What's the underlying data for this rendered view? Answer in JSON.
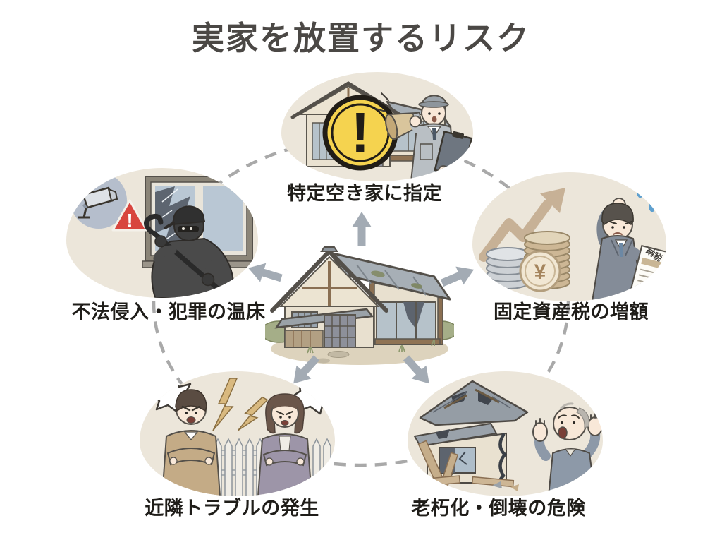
{
  "title": "実家を放置するリスク",
  "risks": {
    "designation": {
      "label": "特定空き家に指定",
      "warning_mark": "!"
    },
    "intrusion": {
      "label": "不法侵入・犯罪の温床",
      "alert_mark": "!"
    },
    "tax": {
      "label": "固定資産税の増額",
      "coin_symbol": "¥",
      "document_text": "納税"
    },
    "neighbor": {
      "label": "近隣トラブルの発生"
    },
    "collapse": {
      "label": "老朽化・倒壊の危険"
    }
  },
  "colors": {
    "background": "#ffffff",
    "title_text": "#4b4845",
    "label_text": "#1f1d19",
    "bubble_fill": "#ece6da",
    "dashed_ring": "#a9a9a9",
    "arrow": "#a3abb4",
    "warning_yellow": "#f5d34f",
    "alert_red": "#d8453e",
    "money_tan": "#cdb795",
    "lightning_gold": "#d9b97f"
  }
}
